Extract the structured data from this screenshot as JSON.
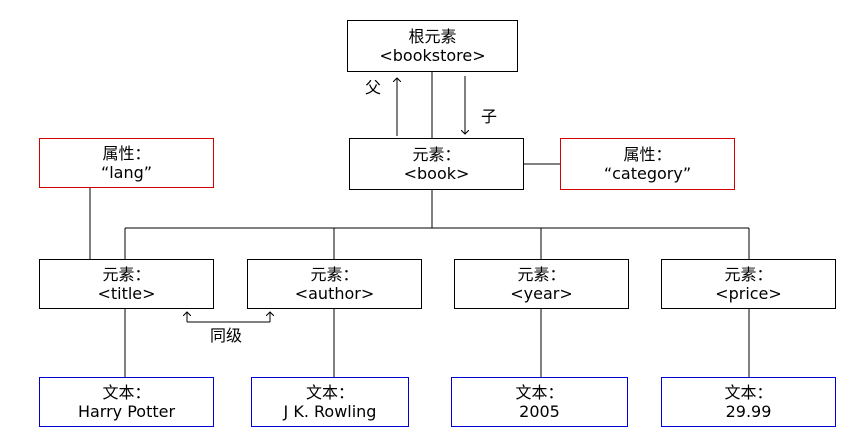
{
  "nodes": {
    "root": {
      "line1": "根元素",
      "line2": "<bookstore>"
    },
    "book": {
      "line1": "元素：",
      "line2": "<book>"
    },
    "attr_lang": {
      "line1": "属性：",
      "line2": "“lang”"
    },
    "attr_category": {
      "line1": "属性：",
      "line2": "“category”"
    },
    "title": {
      "line1": "元素：",
      "line2": "<title>"
    },
    "author": {
      "line1": "元素：",
      "line2": "<author>"
    },
    "year": {
      "line1": "元素：",
      "line2": "<year>"
    },
    "price": {
      "line1": "元素：",
      "line2": "<price>"
    },
    "text_title": {
      "line1": "文本：",
      "line2": "Harry Potter"
    },
    "text_author": {
      "line1": "文本：",
      "line2": "J K. Rowling"
    },
    "text_year": {
      "line1": "文本：",
      "line2": "2005"
    },
    "text_price": {
      "line1": "文本：",
      "line2": "29.99"
    }
  },
  "labels": {
    "parent": "父",
    "child": "子",
    "sibling": "同级"
  },
  "colors": {
    "element_border": "#000000",
    "attribute_border": "#d40000",
    "text_border": "#0000d8"
  }
}
